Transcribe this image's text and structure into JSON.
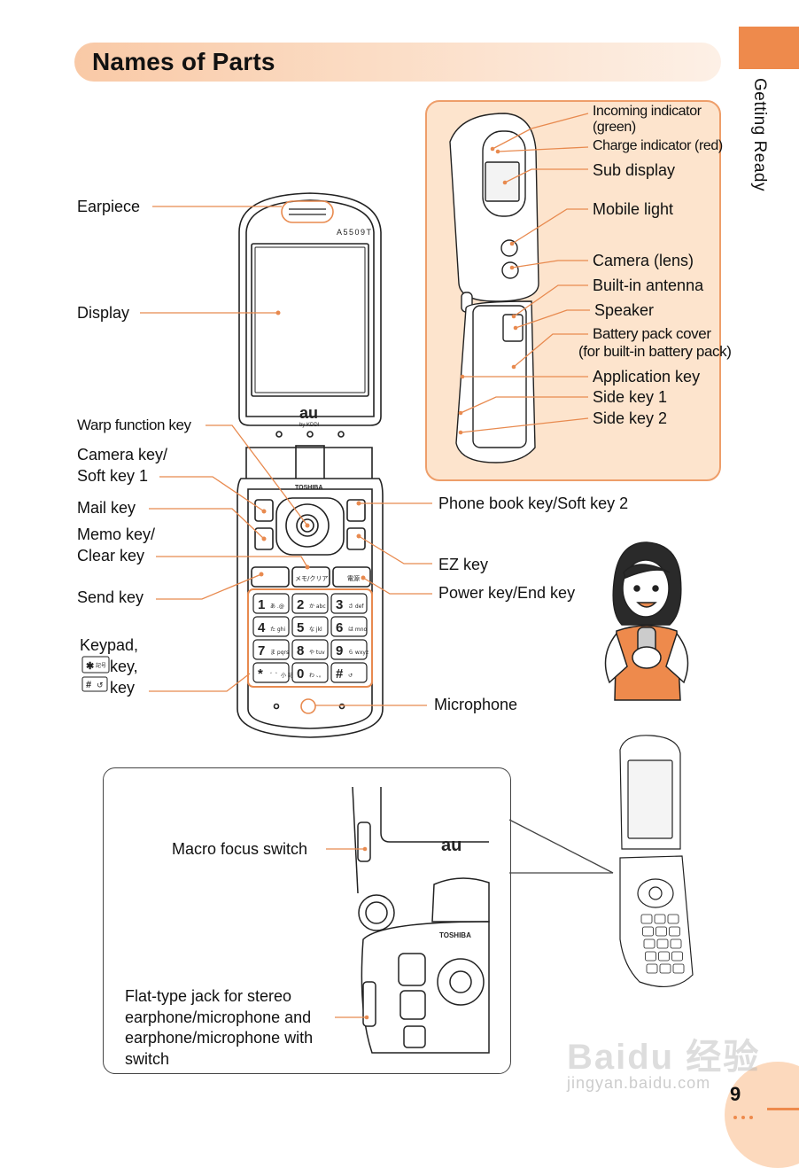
{
  "page": {
    "title": "Names of Parts",
    "side_tab": "Getting Ready",
    "page_number": "9",
    "watermark": "Baidu 经验",
    "watermark_url": "jingyan.baidu.com"
  },
  "main_phone": {
    "model_text": "A5509T",
    "brand_text": "au",
    "brand_sub": "by KDDI",
    "maker_text": "TOSHIBA",
    "keypad": [
      {
        "num": "1",
        "sub": "あ .@"
      },
      {
        "num": "2",
        "sub": "か abc"
      },
      {
        "num": "3",
        "sub": "さ def"
      },
      {
        "num": "4",
        "sub": "た ghi"
      },
      {
        "num": "5",
        "sub": "な jkl"
      },
      {
        "num": "6",
        "sub": "は mno"
      },
      {
        "num": "7",
        "sub": "ま pqrs"
      },
      {
        "num": "8",
        "sub": "や tuv"
      },
      {
        "num": "9",
        "sub": "ら wxyz"
      },
      {
        "num": "*",
        "sub": "゛゜小 記号"
      },
      {
        "num": "0",
        "sub": "わ 、。"
      },
      {
        "num": "#",
        "sub": "↺"
      }
    ],
    "memo_key_text": "メモ/クリア",
    "power_key_text": "電源"
  },
  "labels_left": {
    "earpiece": "Earpiece",
    "display": "Display",
    "warp": "Warp function key",
    "camera_key_1": "Camera key/",
    "camera_key_2": "Soft key 1",
    "mail": "Mail key",
    "memo_1": "Memo key/",
    "memo_2": "Clear key",
    "send": "Send key",
    "keypad_1": "Keypad,",
    "keypad_2": "key,",
    "keypad_3": "key"
  },
  "labels_right": {
    "phone_book": "Phone book key/Soft key 2",
    "ez": "EZ key",
    "power": "Power key/End key",
    "microphone": "Microphone"
  },
  "inset_labels": {
    "incoming_1": "Incoming indicator",
    "incoming_2": "(green)",
    "charge": "Charge indicator (red)",
    "sub_display": "Sub display",
    "mobile_light": "Mobile light",
    "camera_lens": "Camera (lens)",
    "antenna": "Built-in antenna",
    "speaker": "Speaker",
    "battery_1": "Battery pack cover",
    "battery_2": "(for built-in battery pack)",
    "application": "Application key",
    "side_1": "Side key 1",
    "side_2": "Side key 2"
  },
  "zoom_labels": {
    "macro": "Macro focus switch",
    "jack_1": "Flat-type jack for stereo",
    "jack_2": "earphone/microphone and",
    "jack_3": "earphone/microphone with",
    "jack_4": "switch"
  },
  "colors": {
    "accent": "#ee8a4c",
    "callout_line": "#e88a4f",
    "panel_fill": "#fde4cd",
    "title_bar": "#f9c9a6"
  }
}
